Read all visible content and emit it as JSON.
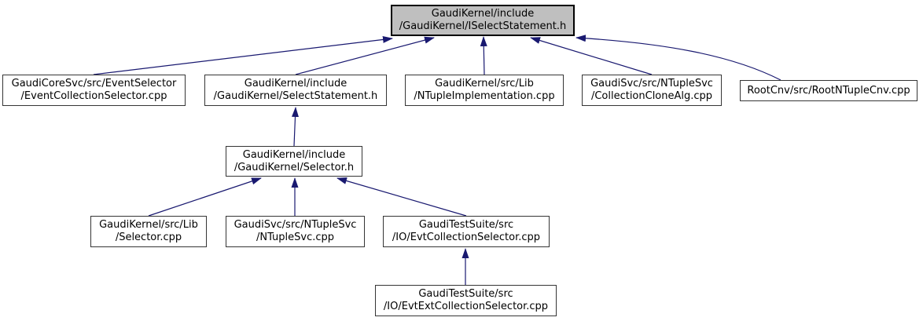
{
  "diagram": {
    "type": "include-dependency-graph",
    "colors": {
      "background": "#ffffff",
      "edge": "#191970",
      "node_fill": "#ffffff",
      "node_border": "#353535",
      "highlight_fill": "#bfbfbf",
      "highlight_border": "#000000",
      "text": "#000000"
    },
    "highlighted_node": "iselectstatement_h",
    "nodes": {
      "iselectstatement_h": {
        "line1": "GaudiKernel/include",
        "line2": "/GaudiKernel/ISelectStatement.h"
      },
      "eventcollectionselector_cpp": {
        "line1": "GaudiCoreSvc/src/EventSelector",
        "line2": "/EventCollectionSelector.cpp"
      },
      "selectstatement_h": {
        "line1": "GaudiKernel/include",
        "line2": "/GaudiKernel/SelectStatement.h"
      },
      "ntupleimplementation_cpp": {
        "line1": "GaudiKernel/src/Lib",
        "line2": "/NTupleImplementation.cpp"
      },
      "collectionclonealg_cpp": {
        "line1": "GaudiSvc/src/NTupleSvc",
        "line2": "/CollectionCloneAlg.cpp"
      },
      "rootntuplecnv_cpp": {
        "line1": "RootCnv/src/RootNTupleCnv.cpp"
      },
      "selector_h": {
        "line1": "GaudiKernel/include",
        "line2": "/GaudiKernel/Selector.h"
      },
      "selector_cpp": {
        "line1": "GaudiKernel/src/Lib",
        "line2": "/Selector.cpp"
      },
      "ntuplesvc_cpp": {
        "line1": "GaudiSvc/src/NTupleSvc",
        "line2": "/NTupleSvc.cpp"
      },
      "evtcollectionselector_cpp": {
        "line1": "GaudiTestSuite/src",
        "line2": "/IO/EvtCollectionSelector.cpp"
      },
      "evtextcollectionselector_cpp": {
        "line1": "GaudiTestSuite/src",
        "line2": "/IO/EvtExtCollectionSelector.cpp"
      }
    },
    "edges": [
      {
        "from": "eventcollectionselector_cpp",
        "to": "iselectstatement_h"
      },
      {
        "from": "selectstatement_h",
        "to": "iselectstatement_h"
      },
      {
        "from": "ntupleimplementation_cpp",
        "to": "iselectstatement_h"
      },
      {
        "from": "collectionclonealg_cpp",
        "to": "iselectstatement_h"
      },
      {
        "from": "rootntuplecnv_cpp",
        "to": "iselectstatement_h"
      },
      {
        "from": "selector_h",
        "to": "selectstatement_h"
      },
      {
        "from": "selector_cpp",
        "to": "selector_h"
      },
      {
        "from": "ntuplesvc_cpp",
        "to": "selector_h"
      },
      {
        "from": "evtcollectionselector_cpp",
        "to": "selector_h"
      },
      {
        "from": "evtextcollectionselector_cpp",
        "to": "evtcollectionselector_cpp"
      }
    ]
  }
}
